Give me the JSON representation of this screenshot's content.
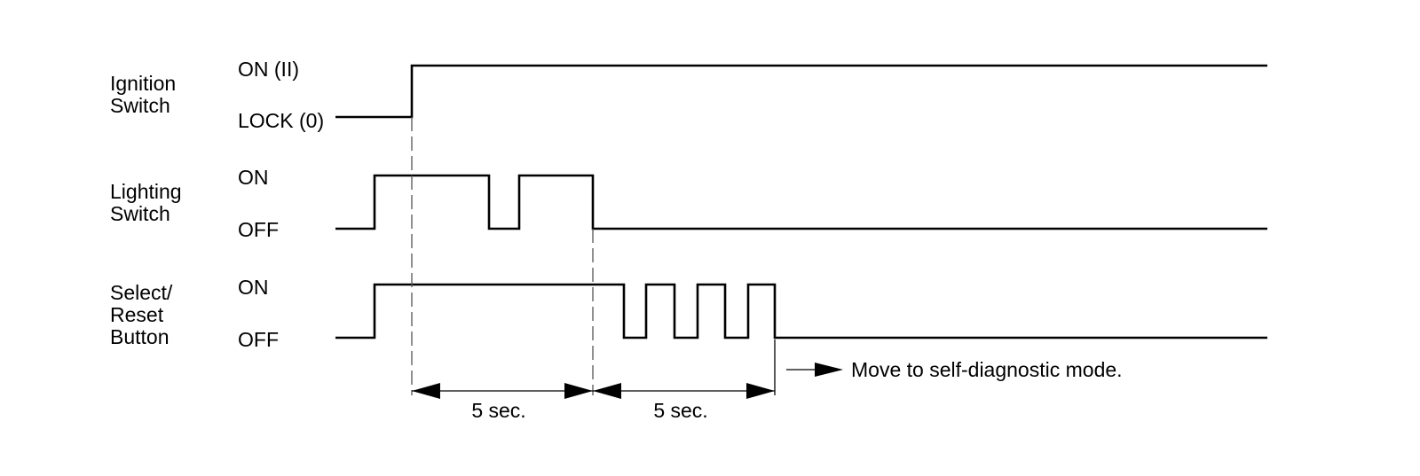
{
  "signals": [
    {
      "name_lines": [
        "Ignition",
        "Switch"
      ],
      "high_label": "ON (II)",
      "low_label": "LOCK (0)"
    },
    {
      "name_lines": [
        "Lighting",
        "Switch"
      ],
      "high_label": "ON",
      "low_label": "OFF"
    },
    {
      "name_lines": [
        "Select/",
        "Reset",
        "Button"
      ],
      "high_label": "ON",
      "low_label": "OFF"
    }
  ],
  "intervals": [
    {
      "label": "5 sec."
    },
    {
      "label": "5 sec."
    }
  ],
  "result_text": "Move to self-diagnostic mode."
}
